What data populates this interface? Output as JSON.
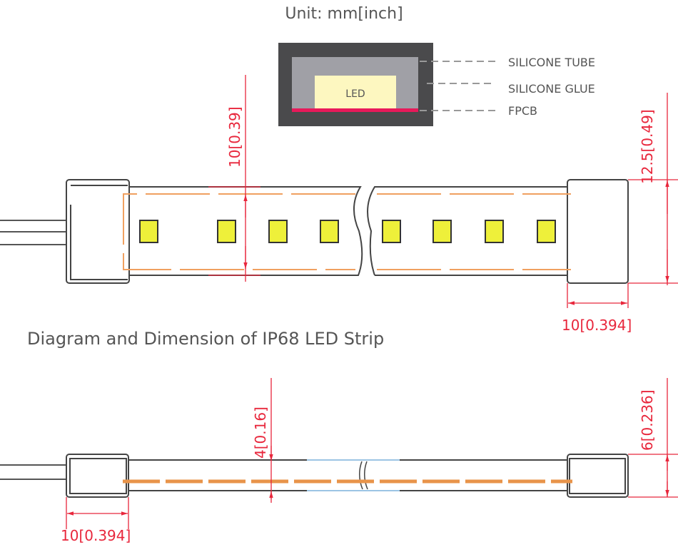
{
  "unit_label": "Unit: mm[inch]",
  "cross_section": {
    "led_label": "LED",
    "callouts": [
      "SILICONE TUBE",
      "SILICONE GLUE",
      "FPCB"
    ],
    "colors": {
      "tube": "#4a4a4c",
      "glue": "#a0a0a6",
      "led": "#fdf7c0",
      "fpcb": "#e8195a"
    }
  },
  "caption": "Diagram and Dimension of IP68 LED Strip",
  "dimensions": {
    "top_inner_height": "10[0.39]",
    "top_outer_height": "12.5[0.49]",
    "top_end_cap_length": "10[0.394]",
    "side_inner_height": "4[0.16]",
    "side_outer_height": "6[0.236]",
    "side_end_cap_length": "10[0.394]"
  },
  "dimension_color": "#e8273c"
}
